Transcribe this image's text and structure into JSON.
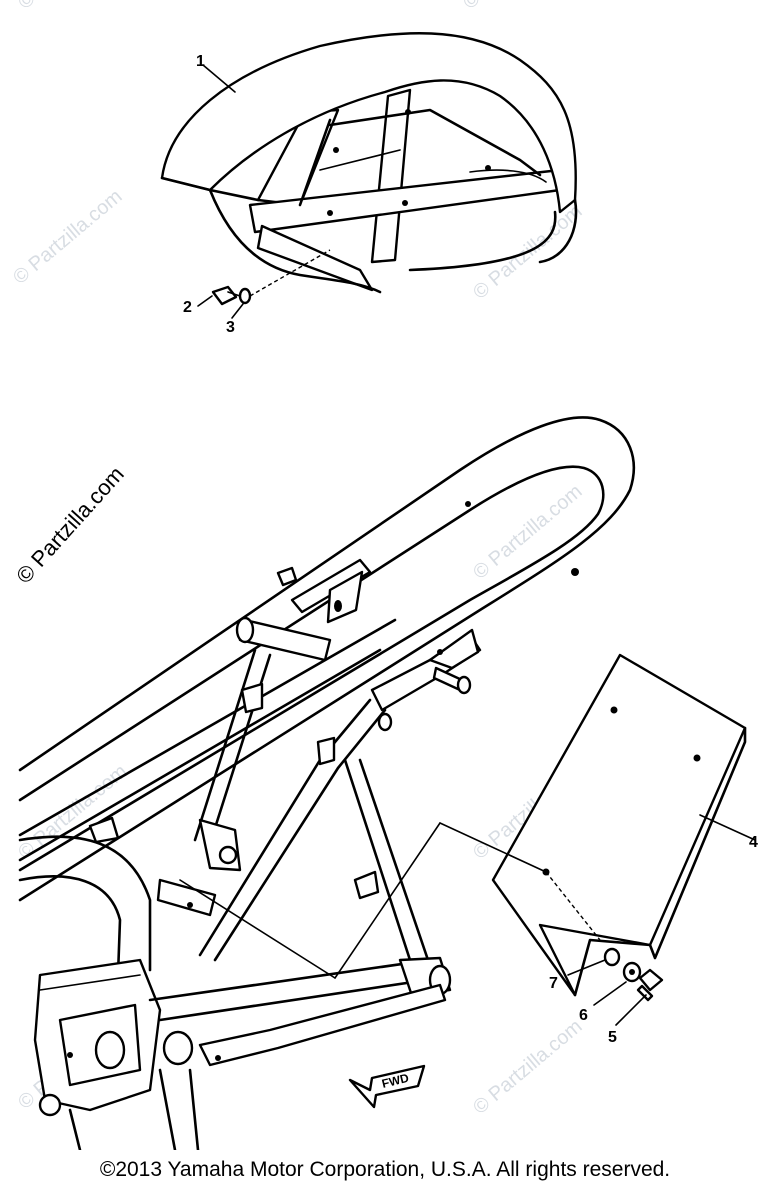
{
  "callouts": {
    "c1": "1",
    "c2": "2",
    "c3": "3",
    "c4": "4",
    "c5": "5",
    "c6": "6",
    "c7": "7"
  },
  "fwd_label": "FWD",
  "watermark_text": "© Partzilla.com",
  "copyright": "©2013 Yamaha Motor Corporation, U.S.A. All rights reserved."
}
